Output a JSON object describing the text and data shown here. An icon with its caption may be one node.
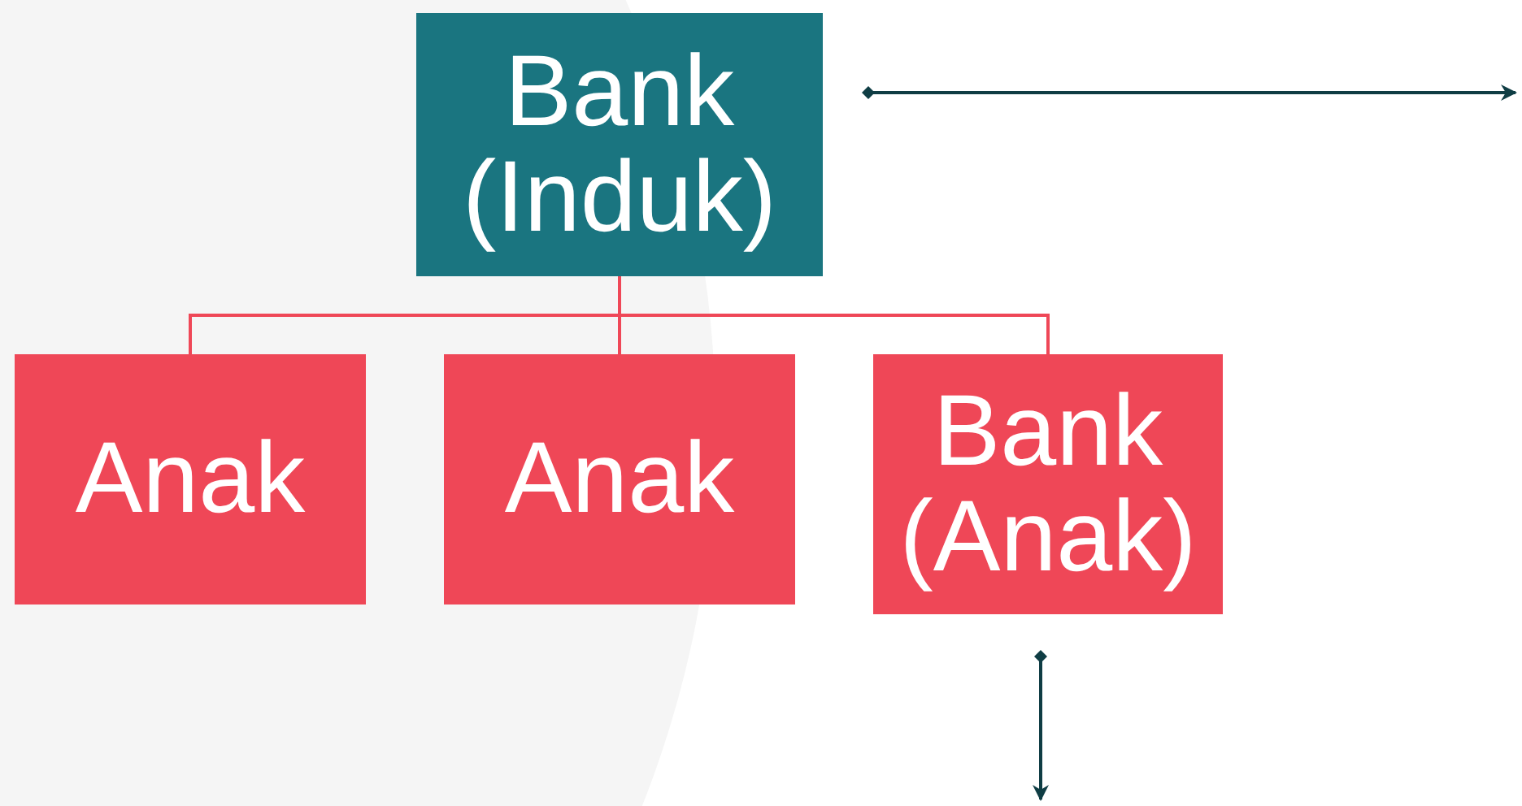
{
  "diagram": {
    "nodes": [
      {
        "text": [
          "Bank (Induk)"
        ]
      },
      {
        "text": [
          "Anak"
        ]
      },
      {
        "text": [
          "Anak"
        ]
      },
      {
        "text": [
          "Bank (Anak)"
        ]
      }
    ],
    "edges": [
      {
        "from": 0,
        "to": 1,
        "arrow": "none"
      },
      {
        "from": 0,
        "to": 2,
        "arrow": "none"
      },
      {
        "from": 0,
        "to": 3,
        "arrow": "none"
      },
      {
        "from": 0,
        "to": null,
        "arrow": "to",
        "color": "#0f3d44"
      },
      {
        "from": 3,
        "to": null,
        "arrow": "to",
        "color": "#0f3d44"
      }
    ]
  }
}
